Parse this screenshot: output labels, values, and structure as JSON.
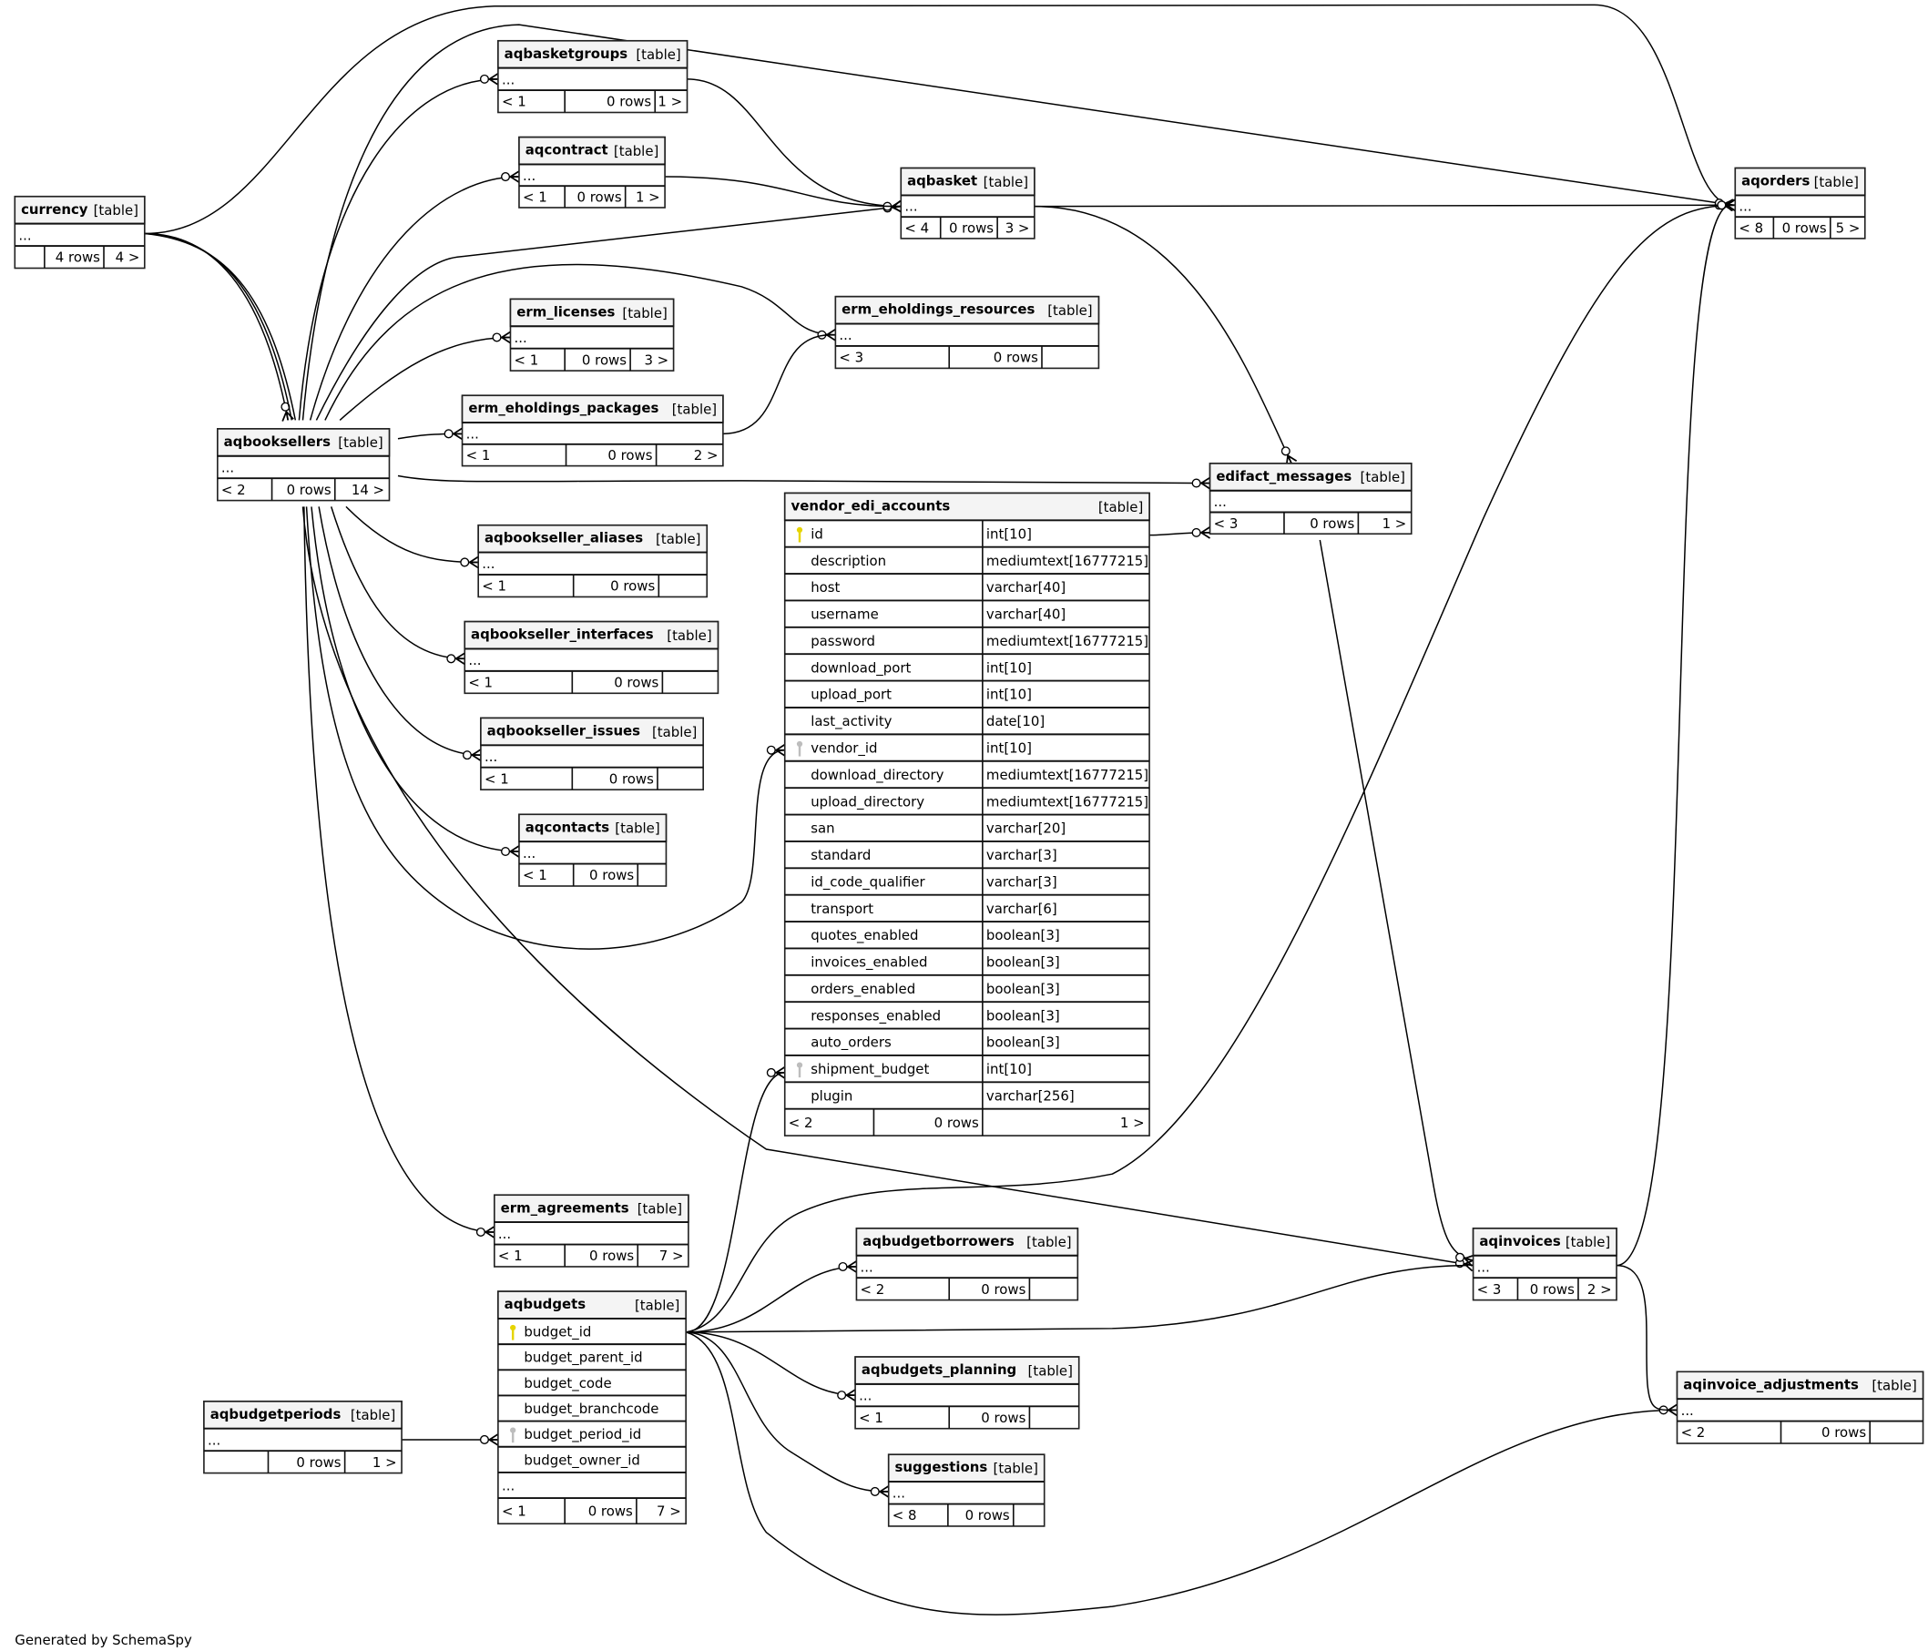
{
  "footer_text": "Generated by SchemaSpy",
  "colors": {
    "header_bg": "#f4f4f4",
    "primary_key": "#e6d400",
    "foreign_key": "#bdbdbd",
    "line": "#000000"
  },
  "tables": [
    {
      "name": "aqbasketgroups",
      "kind": "[table]",
      "rows": [
        "..."
      ],
      "footer": [
        "< 1",
        "0 rows",
        "1 >"
      ]
    },
    {
      "name": "aqcontract",
      "kind": "[table]",
      "rows": [
        "..."
      ],
      "footer": [
        "< 1",
        "0 rows",
        "1 >"
      ]
    },
    {
      "name": "currency",
      "kind": "[table]",
      "rows": [
        "..."
      ],
      "footer": [
        "",
        "4 rows",
        "4 >"
      ]
    },
    {
      "name": "aqbasket",
      "kind": "[table]",
      "rows": [
        "..."
      ],
      "footer": [
        "< 4",
        "0 rows",
        "3 >"
      ]
    },
    {
      "name": "aqorders",
      "kind": "[table]",
      "rows": [
        "..."
      ],
      "footer": [
        "< 8",
        "0 rows",
        "5 >"
      ]
    },
    {
      "name": "erm_licenses",
      "kind": "[table]",
      "rows": [
        "..."
      ],
      "footer": [
        "< 1",
        "0 rows",
        "3 >"
      ]
    },
    {
      "name": "erm_eholdings_resources",
      "kind": "[table]",
      "rows": [
        "..."
      ],
      "footer": [
        "< 3",
        "0 rows",
        ""
      ]
    },
    {
      "name": "erm_eholdings_packages",
      "kind": "[table]",
      "rows": [
        "..."
      ],
      "footer": [
        "< 1",
        "0 rows",
        "2 >"
      ]
    },
    {
      "name": "aqbooksellers",
      "kind": "[table]",
      "rows": [
        "..."
      ],
      "footer": [
        "< 2",
        "0 rows",
        "14 >"
      ]
    },
    {
      "name": "edifact_messages",
      "kind": "[table]",
      "rows": [
        "..."
      ],
      "footer": [
        "< 3",
        "0 rows",
        "1 >"
      ]
    },
    {
      "name": "aqbookseller_aliases",
      "kind": "[table]",
      "rows": [
        "..."
      ],
      "footer": [
        "< 1",
        "0 rows",
        ""
      ]
    },
    {
      "name": "aqbookseller_interfaces",
      "kind": "[table]",
      "rows": [
        "..."
      ],
      "footer": [
        "< 1",
        "0 rows",
        ""
      ]
    },
    {
      "name": "aqbookseller_issues",
      "kind": "[table]",
      "rows": [
        "..."
      ],
      "footer": [
        "< 1",
        "0 rows",
        ""
      ]
    },
    {
      "name": "aqcontacts",
      "kind": "[table]",
      "rows": [
        "..."
      ],
      "footer": [
        "< 1",
        "0 rows",
        ""
      ]
    },
    {
      "name": "vendor_edi_accounts",
      "kind": "[table]",
      "focus": true,
      "columns": [
        {
          "name": "id",
          "type": "int[10]",
          "key": "primary"
        },
        {
          "name": "description",
          "type": "mediumtext[16777215]"
        },
        {
          "name": "host",
          "type": "varchar[40]"
        },
        {
          "name": "username",
          "type": "varchar[40]"
        },
        {
          "name": "password",
          "type": "mediumtext[16777215]"
        },
        {
          "name": "download_port",
          "type": "int[10]"
        },
        {
          "name": "upload_port",
          "type": "int[10]"
        },
        {
          "name": "last_activity",
          "type": "date[10]"
        },
        {
          "name": "vendor_id",
          "type": "int[10]",
          "key": "foreign"
        },
        {
          "name": "download_directory",
          "type": "mediumtext[16777215]"
        },
        {
          "name": "upload_directory",
          "type": "mediumtext[16777215]"
        },
        {
          "name": "san",
          "type": "varchar[20]"
        },
        {
          "name": "standard",
          "type": "varchar[3]"
        },
        {
          "name": "id_code_qualifier",
          "type": "varchar[3]"
        },
        {
          "name": "transport",
          "type": "varchar[6]"
        },
        {
          "name": "quotes_enabled",
          "type": "boolean[3]"
        },
        {
          "name": "invoices_enabled",
          "type": "boolean[3]"
        },
        {
          "name": "orders_enabled",
          "type": "boolean[3]"
        },
        {
          "name": "responses_enabled",
          "type": "boolean[3]"
        },
        {
          "name": "auto_orders",
          "type": "boolean[3]"
        },
        {
          "name": "shipment_budget",
          "type": "int[10]",
          "key": "foreign"
        },
        {
          "name": "plugin",
          "type": "varchar[256]"
        }
      ],
      "footer": [
        "< 2",
        "0 rows",
        "1 >"
      ]
    },
    {
      "name": "erm_agreements",
      "kind": "[table]",
      "rows": [
        "..."
      ],
      "footer": [
        "< 1",
        "0 rows",
        "7 >"
      ]
    },
    {
      "name": "aqbudgetborrowers",
      "kind": "[table]",
      "rows": [
        "..."
      ],
      "footer": [
        "< 2",
        "0 rows",
        ""
      ]
    },
    {
      "name": "aqbudgets",
      "kind": "[table]",
      "columns": [
        {
          "name": "budget_id",
          "key": "primary"
        },
        {
          "name": "budget_parent_id"
        },
        {
          "name": "budget_code"
        },
        {
          "name": "budget_branchcode"
        },
        {
          "name": "budget_period_id",
          "key": "foreign"
        },
        {
          "name": "budget_owner_id"
        }
      ],
      "rows": [
        "..."
      ],
      "footer": [
        "< 1",
        "0 rows",
        "7 >"
      ]
    },
    {
      "name": "aqinvoices",
      "kind": "[table]",
      "rows": [
        "..."
      ],
      "footer": [
        "< 3",
        "0 rows",
        "2 >"
      ]
    },
    {
      "name": "aqbudgets_planning",
      "kind": "[table]",
      "rows": [
        "..."
      ],
      "footer": [
        "< 1",
        "0 rows",
        ""
      ]
    },
    {
      "name": "aqinvoice_adjustments",
      "kind": "[table]",
      "rows": [
        "..."
      ],
      "footer": [
        "< 2",
        "0 rows",
        ""
      ]
    },
    {
      "name": "aqbudgetperiods",
      "kind": "[table]",
      "rows": [
        "..."
      ],
      "footer": [
        "",
        "0 rows",
        "1 >"
      ]
    },
    {
      "name": "suggestions",
      "kind": "[table]",
      "rows": [
        "..."
      ],
      "footer": [
        "< 8",
        "0 rows",
        ""
      ]
    }
  ]
}
